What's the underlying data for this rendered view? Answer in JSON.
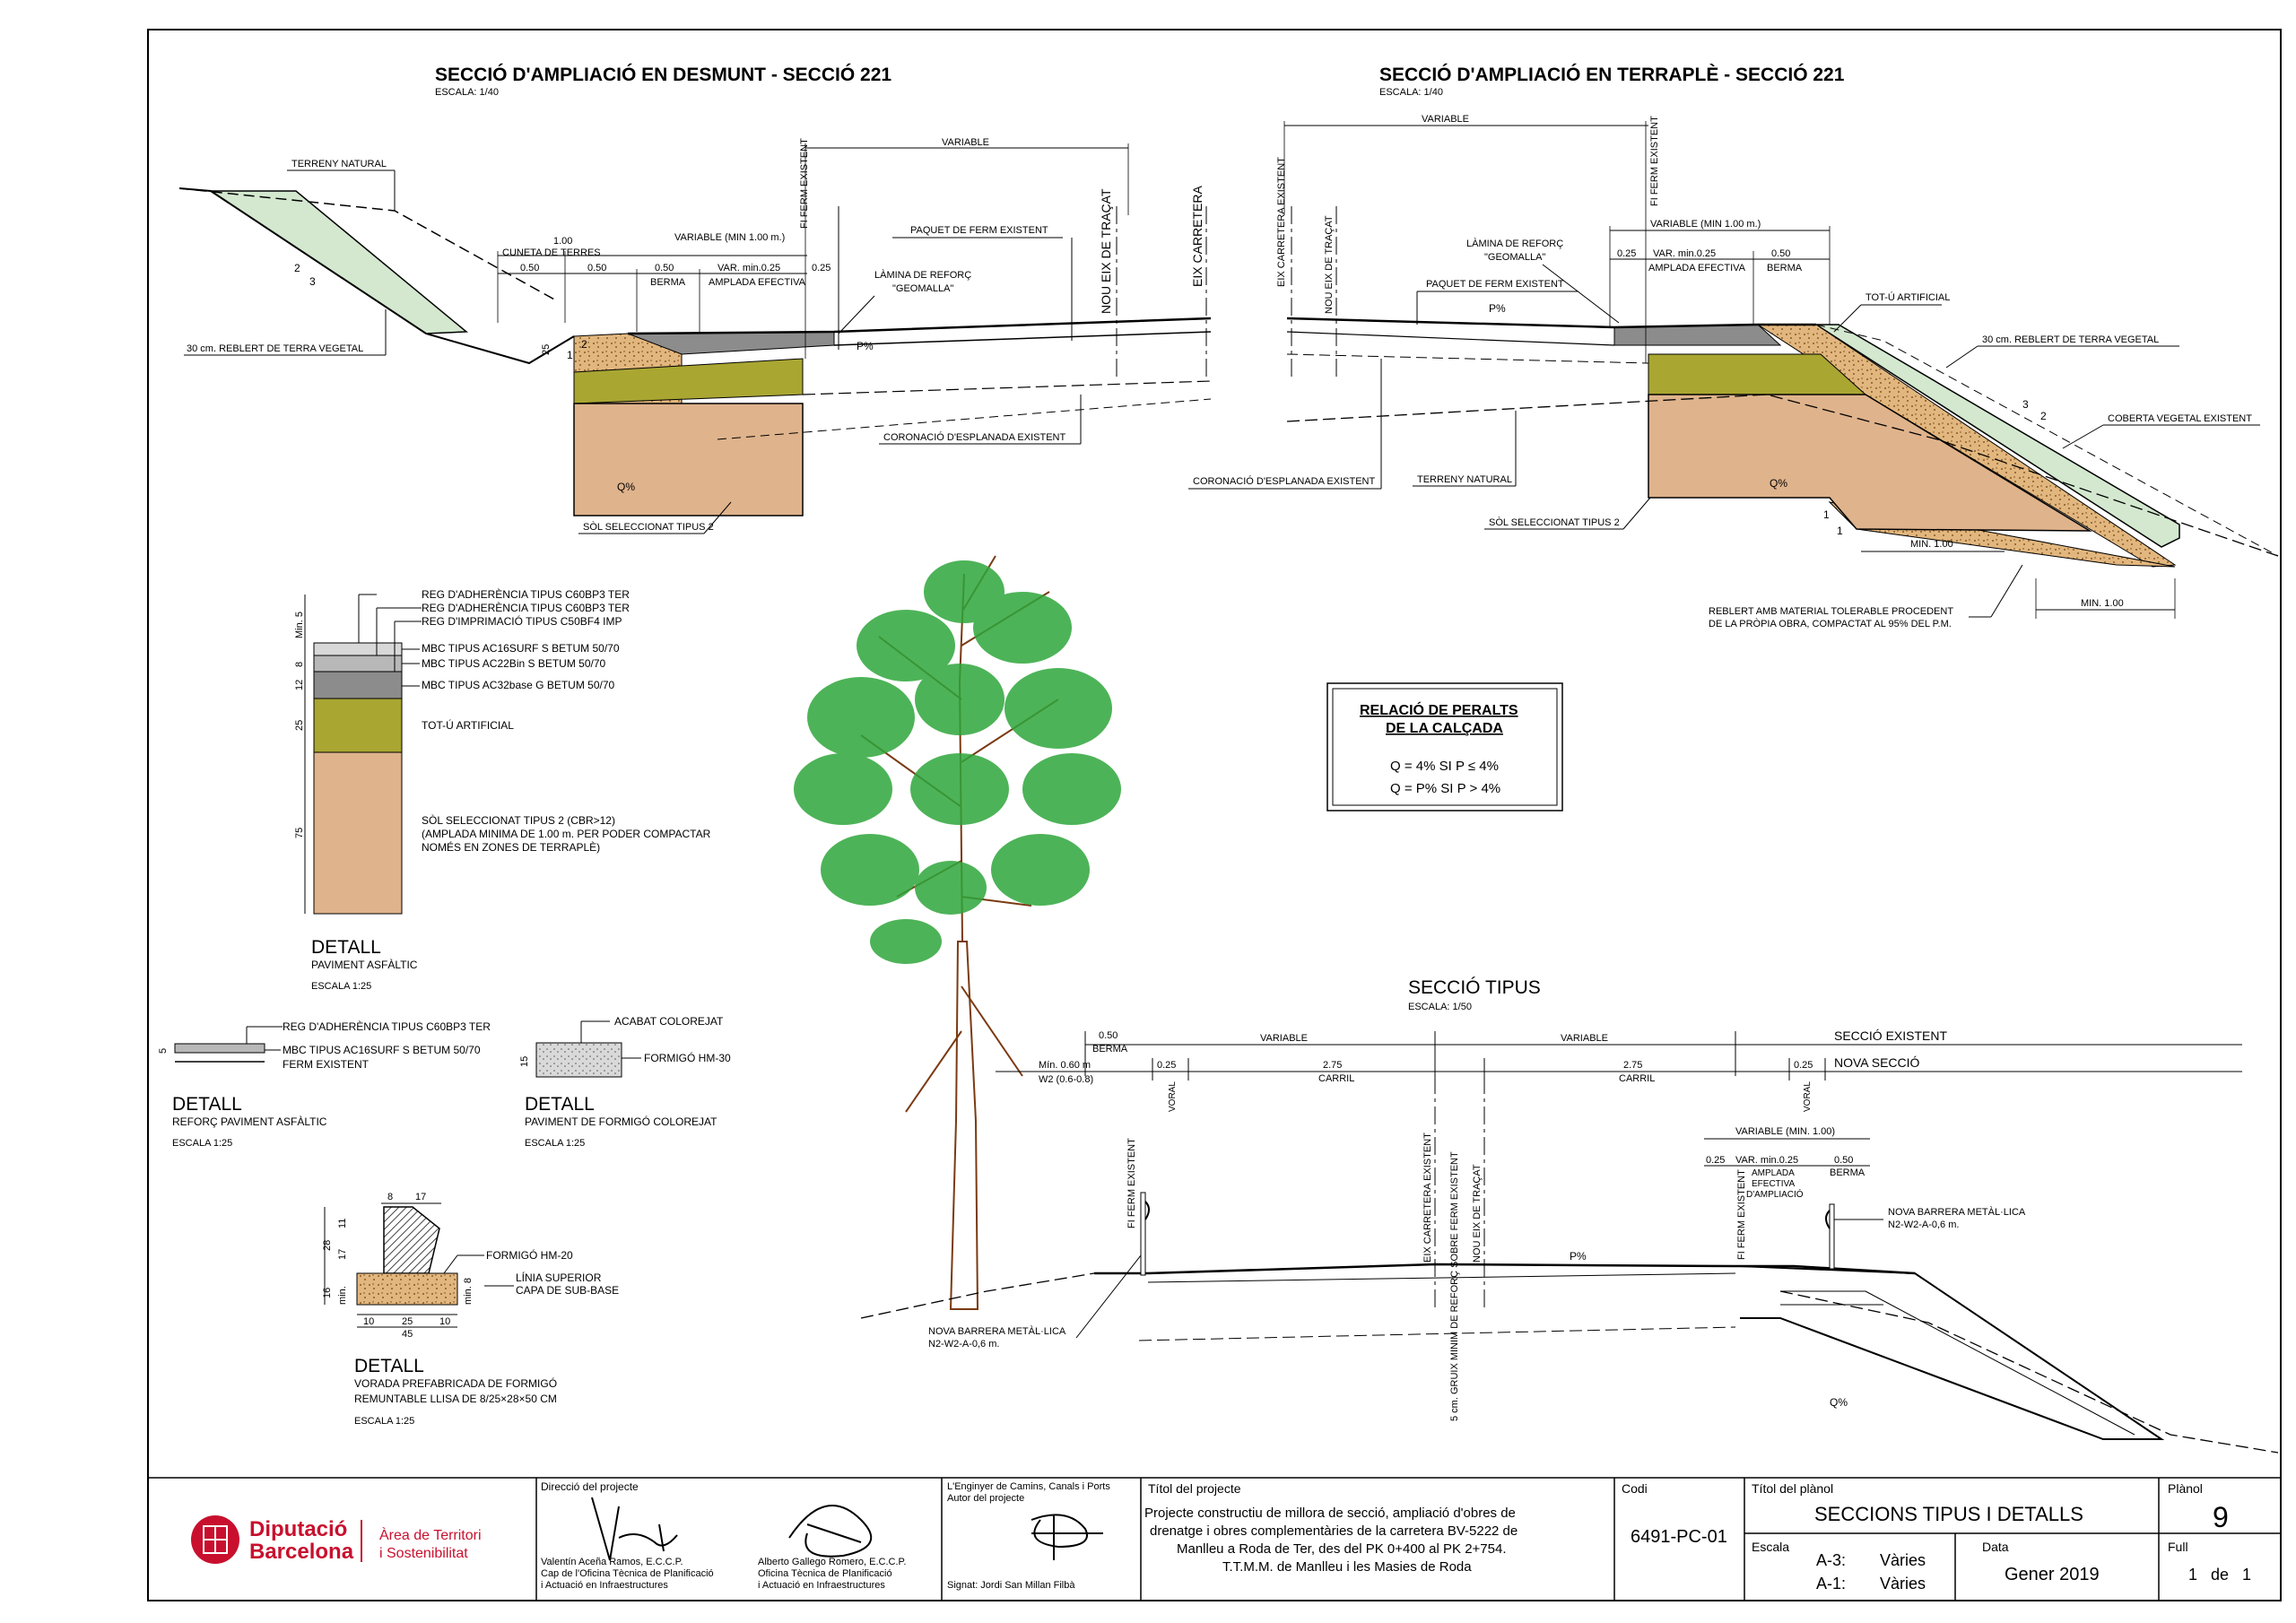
{
  "sheet": {
    "desmunt": {
      "title": "SECCIÓ D'AMPLIACIÓ EN DESMUNT - SECCIÓ 221",
      "scale": "ESCALA: 1/40",
      "labels": {
        "terreny_natural": "TERRENY NATURAL",
        "reblert": "30 cm. REBLERT DE TERRA VEGETAL",
        "variable_top": "VARIABLE",
        "fi_ferm": "FI FERM EXISTENT",
        "nou_eix": "NOU EIX DE TRAÇAT",
        "eix_carretera": "EIX CARRETERA",
        "dim_100": "1.00",
        "cuneta": "CUNETA DE TERRES",
        "dim_050a": "0.50",
        "dim_050b": "0.50",
        "dim_050c": "0.50",
        "berma": "BERMA",
        "variable_min": "VARIABLE (MIN 1.00 m.)",
        "var_min": "VAR. min.0.25",
        "amplada": "AMPLADA EFECTIVA",
        "dim_025": "0.25",
        "paquet": "PAQUET DE FERM EXISTENT",
        "lamina": "LÀMINA DE REFORÇ",
        "geomalla": "\"GEOMALLA\"",
        "coronacio": "CORONACIÓ D'ESPLANADA EXISTENT",
        "sol": "SÒL SELECCIONAT TIPUS 2",
        "q0": "Q%",
        "p": "P%",
        "slope_2": "2",
        "slope_3": "3",
        "slope_1": "1",
        "h_25": "25"
      }
    },
    "terraple": {
      "title": "SECCIÓ D'AMPLIACIÓ EN TERRAPLÈ - SECCIÓ 221",
      "scale": "ESCALA: 1/40",
      "labels": {
        "variable_top": "VARIABLE",
        "fi_ferm": "FI FERM EXISTENT",
        "eix_carretera": "EIX CARRETERA EXISTENT",
        "nou_eix": "NOU EIX DE TRAÇAT",
        "lamina": "LÀMINA DE REFORÇ",
        "geomalla": "\"GEOMALLA\"",
        "variable_min": "VARIABLE (MIN 1.00 m.)",
        "dim_025": "0.25",
        "var_min": "VAR. min.0.25",
        "dim_050": "0.50",
        "amplada": "AMPLADA EFECTIVA",
        "berma": "BERMA",
        "paquet": "PAQUET DE FERM EXISTENT",
        "tot_u": "TOT-Ú ARTIFICIAL",
        "reblert": "30 cm. REBLERT DE TERRA VEGETAL",
        "coberta": "COBERTA VEGETAL EXISTENT",
        "coronacio": "CORONACIÓ D'ESPLANADA EXISTENT",
        "terreny": "TERRENY NATURAL",
        "sol": "SÒL SELECCIONAT TIPUS 2",
        "min_100a": "MIN. 1.00",
        "min_100b": "MIN. 1.00",
        "reblert_mat1": "REBLERT AMB MATERIAL TOLERABLE PROCEDENT",
        "reblert_mat2": "DE LA PRÒPIA OBRA, COMPACTAT AL 95% DEL P.M.",
        "q0": "Q%",
        "p": "P%",
        "slope_3": "3",
        "slope_2": "2",
        "slope_1a": "1",
        "slope_1b": "1"
      }
    },
    "detall_paviment": {
      "reg1": "REG D'ADHERÈNCIA TIPUS C60BP3 TER",
      "reg2": "REG D'ADHERÈNCIA TIPUS C60BP3 TER",
      "reg3": "REG D'IMPRIMACIÓ TIPUS C50BF4 IMP",
      "mbc1": "MBC TIPUS AC16SURF S BETUM 50/70",
      "mbc2": "MBC TIPUS AC22Bin S BETUM 50/70",
      "mbc3": "MBC TIPUS AC32base G BETUM 50/70",
      "tot_u": "TOT-Ú ARTIFICIAL",
      "sol1": "SÒL SELECCIONAT TIPUS 2 (CBR>12)",
      "sol2": "(AMPLADA MINIMA DE 1.00 m. PER PODER COMPACTAR",
      "sol3": "NOMÉS EN ZONES DE TERRAPLÈ)",
      "dims": [
        "Min. 5",
        "8",
        "12",
        "25",
        "75"
      ],
      "title": "DETALL",
      "subtitle": "PAVIMENT ASFÀLTIC",
      "scale": "ESCALA 1:25"
    },
    "detall_reforc": {
      "reg": "REG D'ADHERÈNCIA TIPUS C60BP3 TER",
      "mbc": "MBC TIPUS AC16SURF S BETUM 50/70",
      "ferm": "FERM EXISTENT",
      "dim": "5",
      "title": "DETALL",
      "subtitle": "REFORÇ PAVIMENT ASFÀLTIC",
      "scale": "ESCALA 1:25"
    },
    "detall_formigo": {
      "acabat": "ACABAT COLOREJAT",
      "formigo": "FORMIGÓ HM-30",
      "dim": "15",
      "title": "DETALL",
      "subtitle": "PAVIMENT DE FORMIGÓ COLOREJAT",
      "scale": "ESCALA 1:25"
    },
    "detall_vorada": {
      "formigo": "FORMIGÓ HM-20",
      "linia1": "LÍNIA SUPERIOR",
      "linia2": "CAPA DE SUB-BASE",
      "dims_top": [
        "8",
        "17"
      ],
      "dims_left": [
        "28",
        "17",
        "11",
        "16",
        "min."
      ],
      "dims_bottom": [
        "10",
        "25",
        "10",
        "45"
      ],
      "dim_right": "min. 8",
      "title": "DETALL",
      "subtitle1": "VORADA PREFABRICADA DE FORMIGÓ",
      "subtitle2": "REMUNTABLE LLISA DE 8/25×28×50 CM",
      "scale": "ESCALA 1:25"
    },
    "peralts": {
      "title1": "RELACIÓ DE PERALTS",
      "title2": "DE LA CALÇADA",
      "row1": "Q = 4%   SI P ≤ 4%",
      "row2": "Q = P%   SI P > 4%"
    },
    "tipus": {
      "title": "SECCIÓ TIPUS",
      "scale": "ESCALA: 1/50",
      "labels": {
        "dim_050": "0.50",
        "berma": "BERMA",
        "variable1": "VARIABLE",
        "variable2": "VARIABLE",
        "seccio_existent": "SECCIÓ EXISTENT",
        "nova_seccio": "NOVA SECCIÓ",
        "min_060": "Mín. 0.60 m",
        "w2": "W2 (0.6-0.8)",
        "dim_025a": "0.25",
        "dim_025b": "0.25",
        "voral1": "VORAL",
        "voral2": "VORAL",
        "dim_275a": "2.75",
        "carril1": "CARRIL",
        "dim_275b": "2.75",
        "carril2": "CARRIL",
        "fi_ferm1": "FI FERM EXISTENT",
        "eix": "EIX CARRETERA EXISTENT",
        "nou_eix": "NOU EIX DE TRAÇAT",
        "fi_ferm2": "FI FERM EXISTENT",
        "variable_min": "VARIABLE (MIN. 1.00)",
        "dim_025c": "0.25",
        "var_min": "VAR. min.0.25",
        "dim_050b": "0.50",
        "amplada1": "AMPLADA",
        "amplada2": "EFECTIVA",
        "amplada3": "D'AMPLIACIÓ",
        "berma2": "BERMA",
        "barrera_r1": "NOVA BARRERA METÀL·LICA",
        "barrera_r2": "N2-W2-A-0,6 m.",
        "barrera_l1": "NOVA BARRERA METÀL·LICA",
        "barrera_l2": "N2-W2-A-0,6 m.",
        "gruix": "5 cm. GRUIX MINIM DE REFORÇ SOBRE FERM EXISTENT",
        "p": "P%",
        "q0": "Q%"
      }
    }
  },
  "title_block": {
    "logo_line1": "Diputació",
    "logo_line2": "Barcelona",
    "area1": "Àrea de Territori",
    "area2": "i Sostenibilitat",
    "direccio_label": "Direcció del projecte",
    "sig1_name": "Valentín Aceña Ramos, E.C.C.P.",
    "sig1_l2": "Cap de l'Oficina Tècnica de Planificació",
    "sig1_l3": "i Actuació en Infraestructures",
    "sig2_name": "Alberto Gallego Romero, E.C.C.P.",
    "sig2_l2": "Oficina Tècnica de Planificació",
    "sig2_l3": "i Actuació en Infraestructures",
    "enginyer1": "L'Enginyer de Camins, Canals i Ports",
    "enginyer2": "Autor del projecte",
    "signat": "Signat: Jordi San Millan Filbà",
    "titol_label": "Títol del projecte",
    "titol1": "Projecte constructiu de millora de secció, ampliació d'obres de",
    "titol2": "drenatge i obres complementàries de la carretera BV-5222 de",
    "titol3": "Manlleu a Roda de Ter, des del PK 0+400 al PK 2+754.",
    "titol4": "T.T.M.M. de Manlleu i les Masies de Roda",
    "codi_label": "Codi",
    "codi": "6491-PC-01",
    "plano_label": "Títol del plànol",
    "plano_title": "SECCIONS TIPUS I DETALLS",
    "escala_label": "Escala",
    "a3": "A-3:",
    "a3v": "Vàries",
    "a1": "A-1:",
    "a1v": "Vàries",
    "data_label": "Data",
    "data": "Gener  2019",
    "planol_label": "Plànol",
    "planol": "9",
    "full_label": "Full",
    "full": "1",
    "de": "de",
    "full_total": "1"
  },
  "colors": {
    "green_fill": "#d3e8cf",
    "olive": "#a9a632",
    "sand": "#dfb38c",
    "gravel": "#c9935a",
    "asphalt": "#8c8c8c",
    "asphalt_light": "#b8b8b8",
    "tree_green": "#2ea63b",
    "trunk": "#7a3a12",
    "logo_red": "#c8102e"
  }
}
